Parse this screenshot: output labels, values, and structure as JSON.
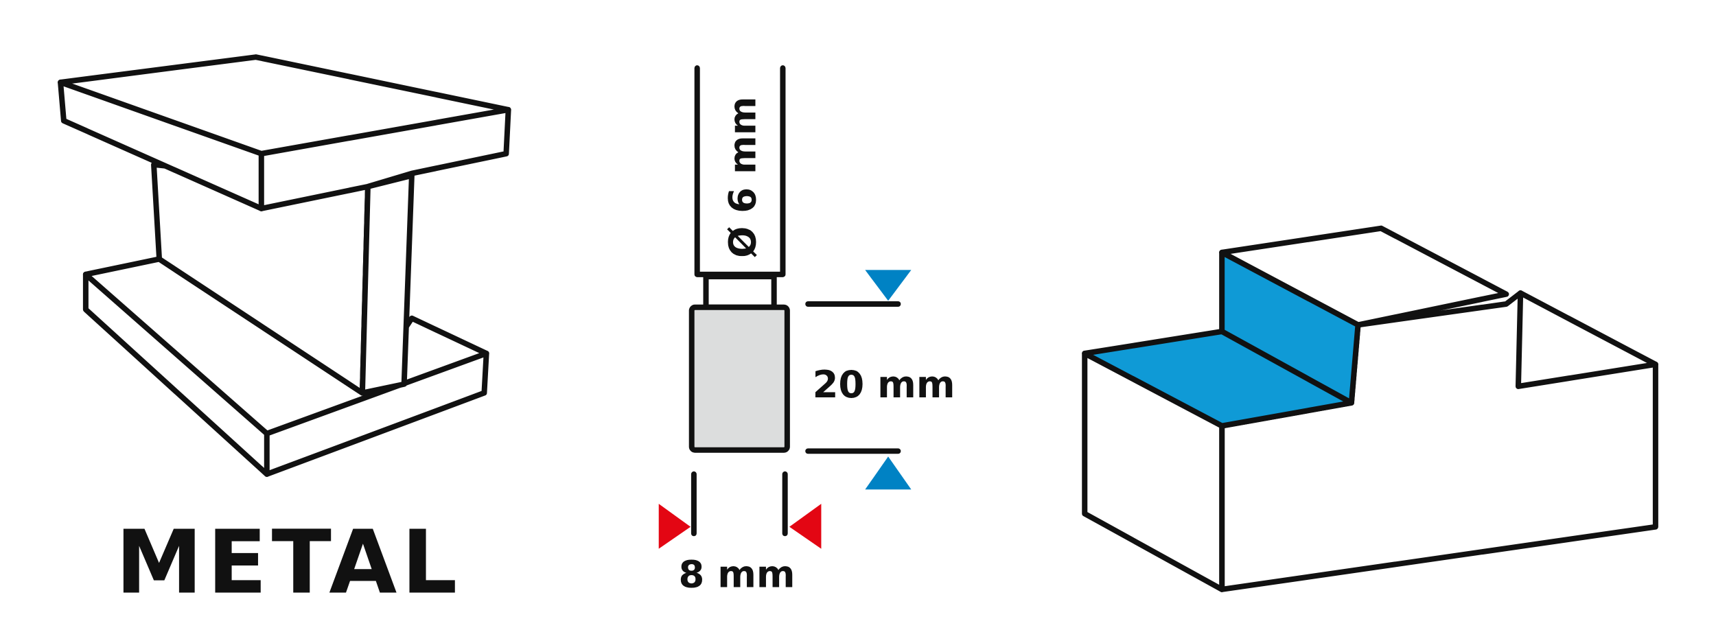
{
  "material_label": "METAL",
  "dimensions": {
    "shank_diameter": "Ø 6 mm",
    "head_length": "20 mm",
    "head_diameter": "8 mm"
  },
  "colors": {
    "stroke": "#111111",
    "head_fill": "#dcdddd",
    "length_markers": "#0082c4",
    "diameter_markers": "#e30613",
    "workpiece_highlight": "#0f9ad6"
  }
}
